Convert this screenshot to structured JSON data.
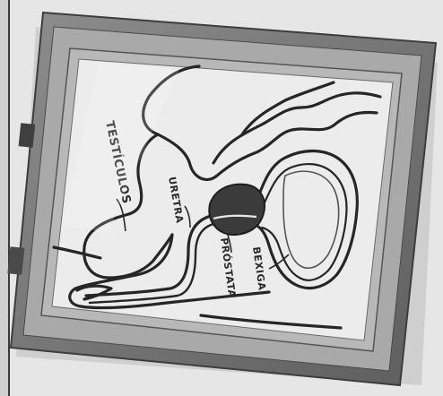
{
  "labels": {
    "testiculos": "TESTÍCULOS",
    "uretra": "URETRA",
    "prostata": "PRÓSTATA",
    "bexiga": "BEXIGA"
  },
  "colors": {
    "background": "#e3e3e3",
    "frame_outer": "#6f6f6f",
    "frame_inner": "#9a9a9a",
    "panel": "#ececec",
    "prostate": "#3b3b3b",
    "ink": "#2a2a2a"
  }
}
